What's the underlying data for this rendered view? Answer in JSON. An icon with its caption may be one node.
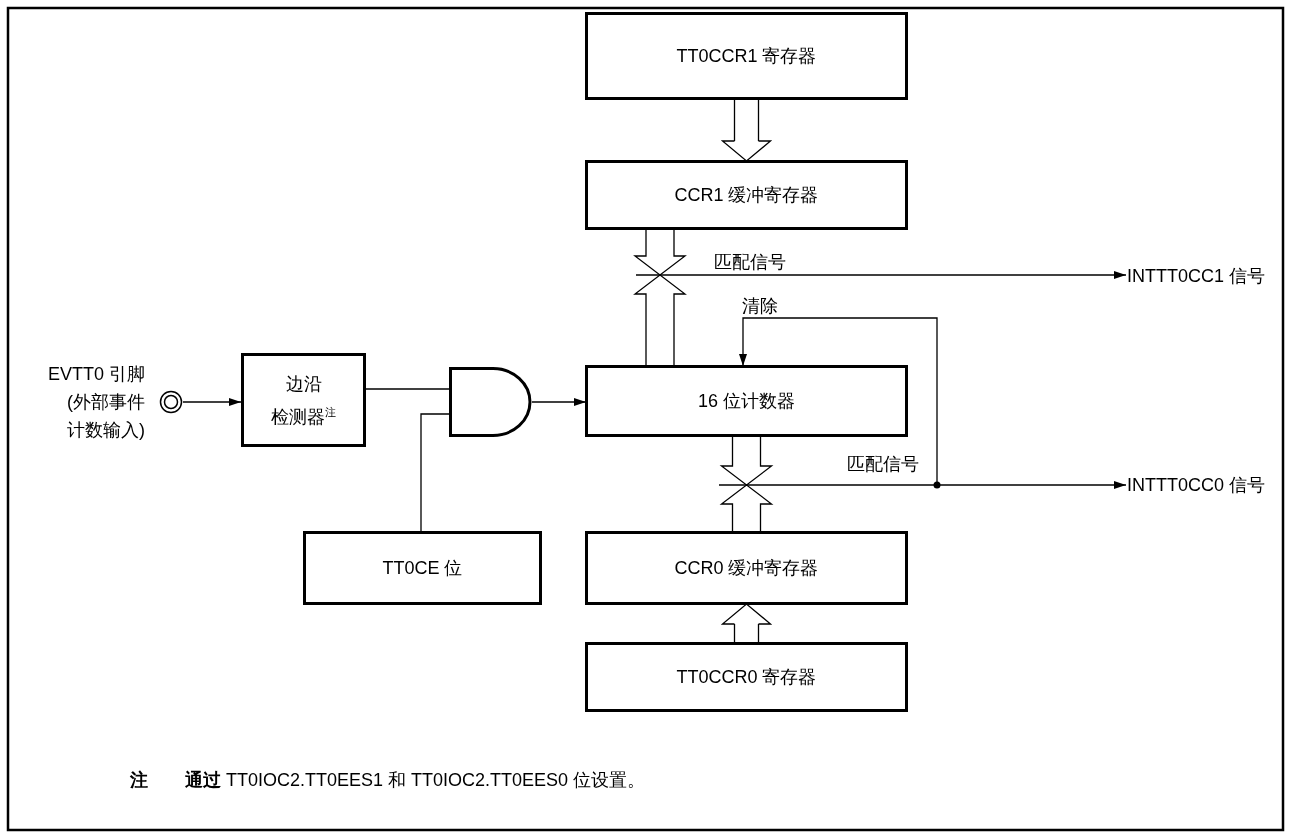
{
  "diagram": {
    "nodes": [
      {
        "text": [
          "TT0CCR1 寄存器"
        ]
      },
      {
        "text": [
          "CCR1 缓冲寄存器"
        ]
      },
      {
        "text": [],
        "shape": "circle",
        "beside": [
          "EVTT0 引脚",
          "(外部事件计数输入)"
        ]
      },
      {
        "text": [
          "边沿检测器$^{注}$"
        ]
      },
      {
        "text": [],
        "shape": "gate"
      },
      {
        "text": [
          "16 位计数器"
        ]
      },
      {
        "text": [
          "TT0CE 位"
        ]
      },
      {
        "text": [
          "CCR0 缓冲寄存器"
        ]
      },
      {
        "text": [
          "TT0CCR0 寄存器"
        ]
      },
      {
        "text": [
          "INTTT0CC1 信号"
        ]
      },
      {
        "text": [
          "INTTT0CC0 信号"
        ]
      }
    ],
    "edges": [
      {
        "from": 0,
        "to": 1,
        "arrow": "to"
      },
      {
        "from": 1,
        "to": 5,
        "arrow": "none"
      },
      {
        "from": null,
        "to": 9,
        "arrow": "to",
        "label": "匹配信号"
      },
      {
        "from": null,
        "to": 5,
        "arrow": "to",
        "label": "清除"
      },
      {
        "from": 2,
        "to": 3,
        "arrow": "to"
      },
      {
        "from": 3,
        "to": 4,
        "arrow": "none"
      },
      {
        "from": 6,
        "to": 4,
        "arrow": "none"
      },
      {
        "from": 4,
        "to": 5,
        "arrow": "to"
      },
      {
        "from": 5,
        "to": 7,
        "arrow": "none"
      },
      {
        "from": null,
        "to": 10,
        "arrow": "to",
        "label": "匹配信号"
      },
      {
        "from": 8,
        "to": 7,
        "arrow": "to"
      }
    ],
    "labels": [
      "注",
      "**通过** TT0IOC2.TT0EES1 和 TT0IOC2.TT0EES0 位设置。"
    ]
  }
}
